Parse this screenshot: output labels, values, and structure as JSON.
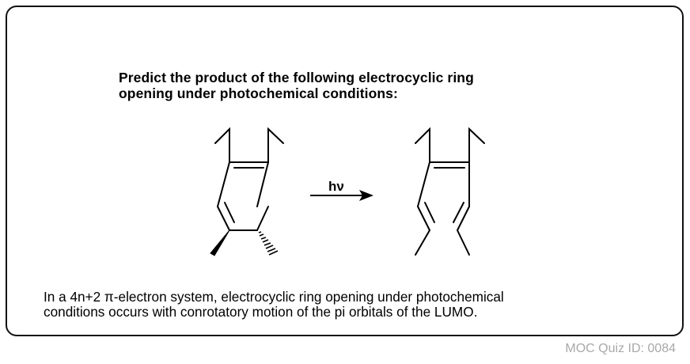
{
  "question": {
    "line1": "Predict the product of the following electrocyclic ring",
    "line2": "opening under photochemical conditions:"
  },
  "reaction": {
    "condition_label": "hν",
    "reactant": "substituted cyclohexadiene (1,2-diethyl, trans-dimethyl)",
    "product": "open-chain triene"
  },
  "explanation": {
    "line1": "In a 4n+2 π-electron system, electrocyclic ring opening under photochemical",
    "line2": "conditions occurs with conrotatory motion of the pi orbitals of the LUMO."
  },
  "footer": {
    "quiz_id": "MOC Quiz ID: 0084"
  }
}
